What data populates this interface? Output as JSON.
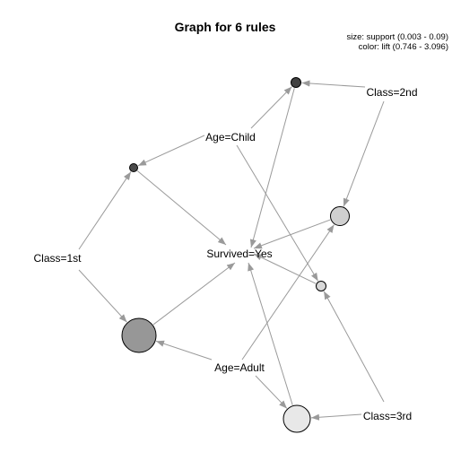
{
  "title": "Graph for 6 rules",
  "legend": {
    "size": "size: support (0.003 - 0.09)",
    "color": "color: lift (0.746 - 3.096)"
  },
  "items": [
    {
      "id": "class2nd",
      "label": "Class=2nd"
    },
    {
      "id": "agechild",
      "label": "Age=Child"
    },
    {
      "id": "class1st",
      "label": "Class=1st"
    },
    {
      "id": "survived",
      "label": "Survived=Yes"
    },
    {
      "id": "ageadult",
      "label": "Age=Adult"
    },
    {
      "id": "class3rd",
      "label": "Class=3rd"
    }
  ],
  "rules": [
    {
      "id": "r1",
      "fill": "#404040"
    },
    {
      "id": "r2",
      "fill": "#4a4a4a"
    },
    {
      "id": "r3",
      "fill": "#cfcfcf"
    },
    {
      "id": "r4",
      "fill": "#d8d8d8"
    },
    {
      "id": "r5",
      "fill": "#979797"
    },
    {
      "id": "r6",
      "fill": "#e8e8e8"
    }
  ]
}
